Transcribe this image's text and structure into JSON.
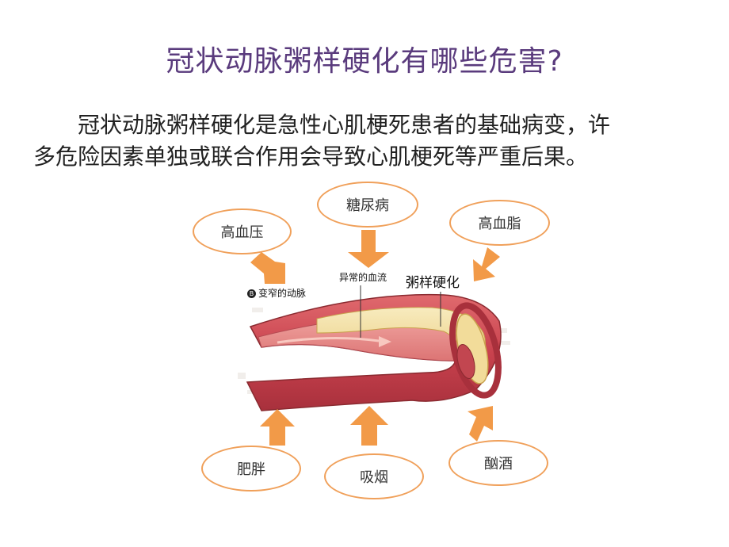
{
  "title": "冠状动脉粥样硬化有哪些危害?",
  "paragraph": {
    "line1": "冠状动脉粥样硬化是急性心肌梗死患者的基础病变，许",
    "line2": "多危险因素单独或联合作用会导致心肌梗死等严重后果。"
  },
  "risk_factors": {
    "hypertension": "高血压",
    "diabetes": "糖尿病",
    "hyperlipidemia": "高血脂",
    "obesity": "肥胖",
    "smoking": "吸烟",
    "alcohol": "酗酒"
  },
  "illustration": {
    "badge": "B",
    "narrowed_artery": "变窄的动脉",
    "abnormal_flow": "异常的血流",
    "atherosclerosis": "粥样硬化"
  },
  "colors": {
    "title": "#5a3b7d",
    "oval_border": "#f0a05a",
    "arrow": "#f29a48",
    "artery_outer": "#c9424e",
    "artery_inner": "#e98f8e",
    "plaque": "#f2dc9a"
  }
}
